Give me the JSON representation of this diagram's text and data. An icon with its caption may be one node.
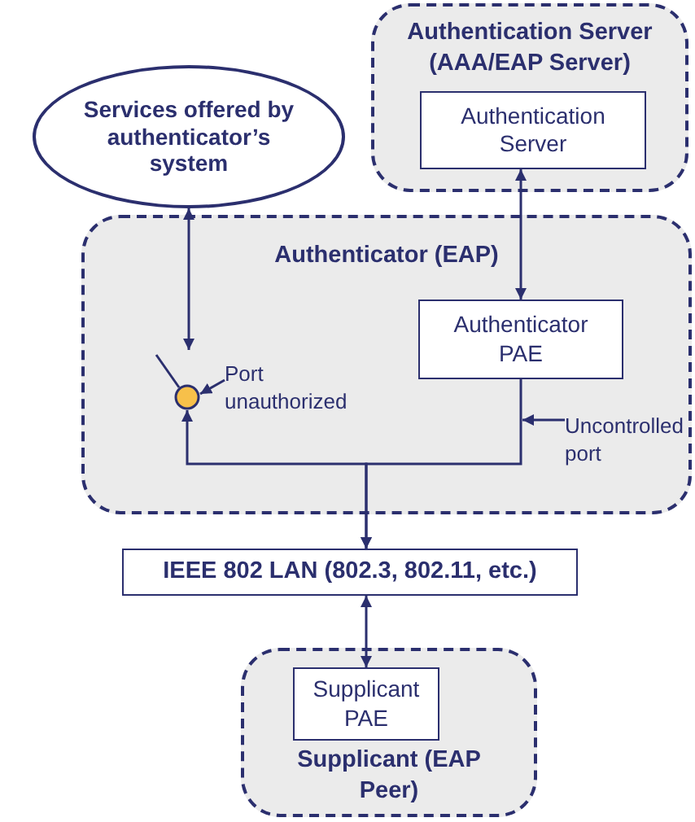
{
  "diagram": {
    "nodes": [
      {
        "text": [
          "Services offered by authenticator’s system"
        ]
      },
      {
        "text": [
          "Authentication Server (AAA/EAP Server)"
        ]
      },
      {
        "text": [
          "Authentication Server"
        ],
        "in": 1
      },
      {
        "text": [
          "Authenticator (EAP)"
        ]
      },
      {
        "text": [
          "Authenticator PAE"
        ],
        "in": 3
      },
      {
        "text": [],
        "shape": "circle",
        "in": 3
      },
      {
        "text": [
          "IEEE 802 LAN (802.3, 802.11, etc.)"
        ]
      },
      {
        "text": [
          "Supplicant (EAP Peer)"
        ]
      },
      {
        "text": [
          "Supplicant PAE"
        ],
        "in": 7
      },
      {
        "text": [
          "Port unauthorized"
        ],
        "in": 3
      },
      {
        "text": [
          "Uncontrolled port"
        ],
        "in": 3
      }
    ],
    "edges": [
      {
        "from": 0,
        "to": 5,
        "arrow": "both"
      },
      {
        "from": 2,
        "to": 4,
        "arrow": "both"
      },
      {
        "from": 6,
        "to": 5,
        "arrow": "both"
      },
      {
        "from": 4,
        "to": 6,
        "arrow": "to"
      },
      {
        "from": 6,
        "to": 8,
        "arrow": "both"
      },
      {
        "from": 9,
        "to": 5,
        "arrow": "to"
      },
      {
        "from": 10,
        "to": null,
        "arrow": "to"
      }
    ]
  }
}
